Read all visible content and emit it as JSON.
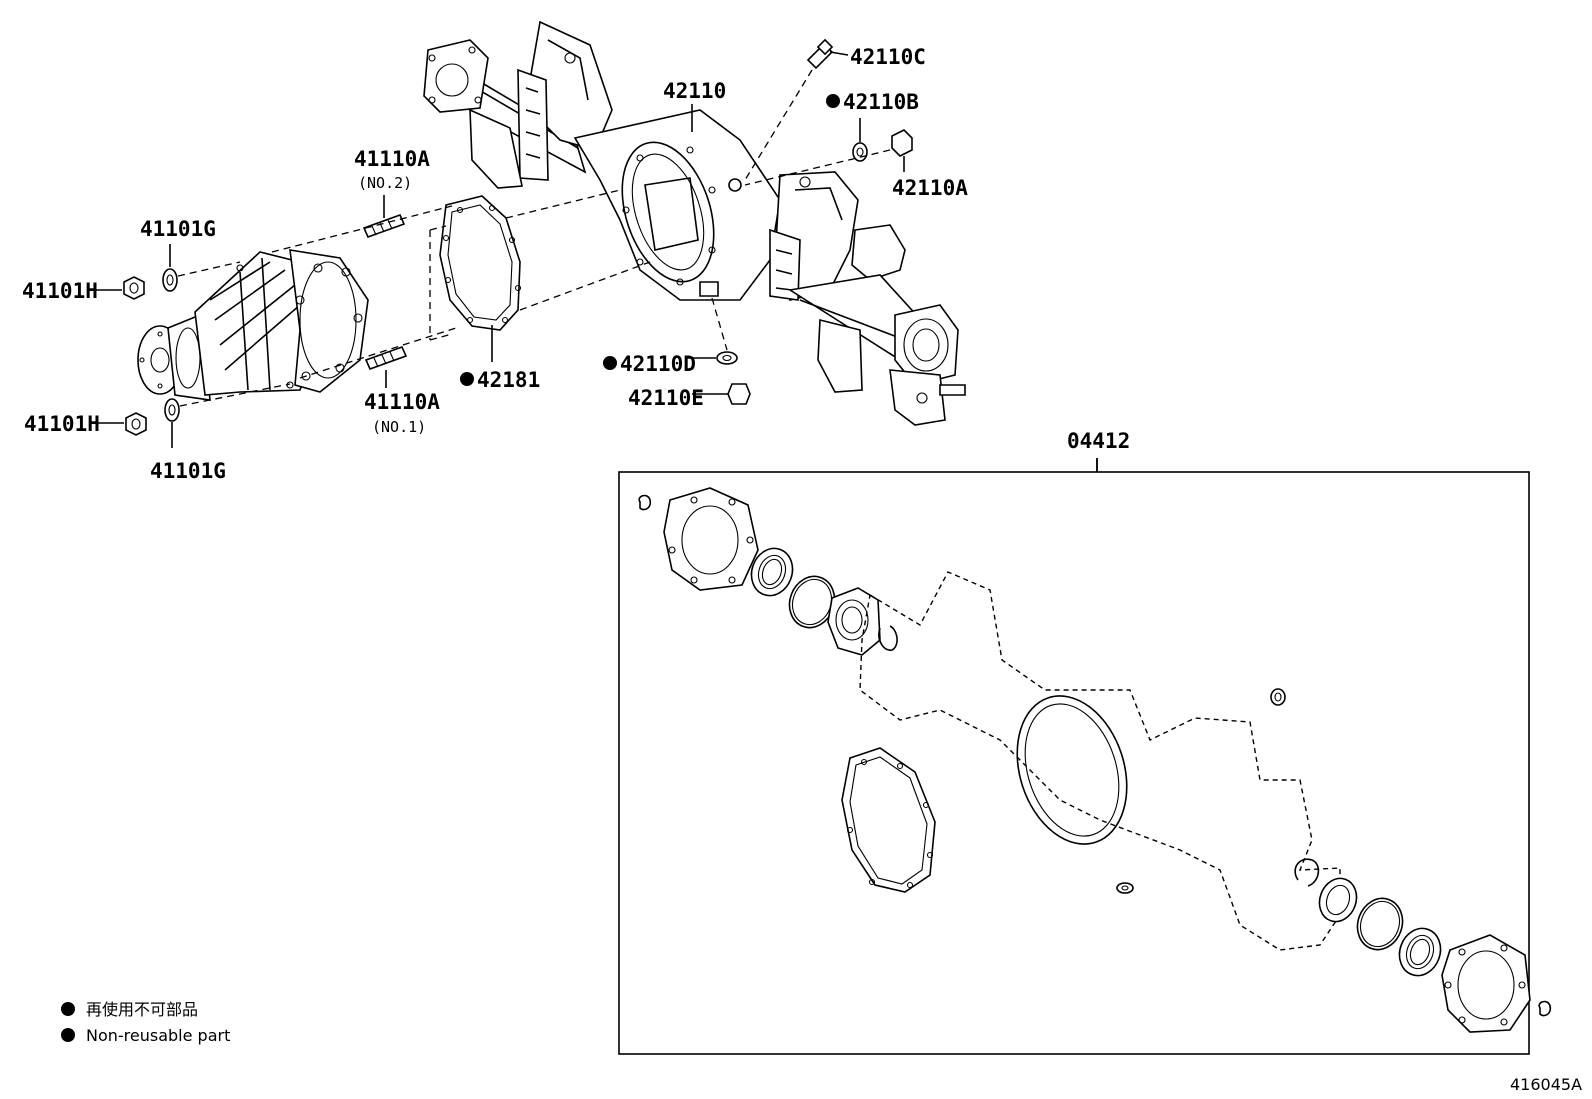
{
  "labels": {
    "p42110C": "42110C",
    "p42110": "42110",
    "p42110B": "42110B",
    "p42110A": "42110A",
    "p41110A_top": "41110A",
    "p41110A_top_sub": "(NO.2)",
    "p41101G_top": "41101G",
    "p41101H_top": "41101H",
    "p41101H_bottom": "41101H",
    "p41101G_bottom": "41101G",
    "p41110A_bottom": "41110A",
    "p41110A_bottom_sub": "(NO.1)",
    "p42181": "42181",
    "p42110D": "42110D",
    "p42110E": "42110E",
    "p04412": "04412"
  },
  "legend": {
    "line1": "再使用不可部品",
    "line2": "Non-reusable part"
  },
  "reference_code": "416045A",
  "colors": {
    "ink": "#000000",
    "paper": "#ffffff"
  }
}
